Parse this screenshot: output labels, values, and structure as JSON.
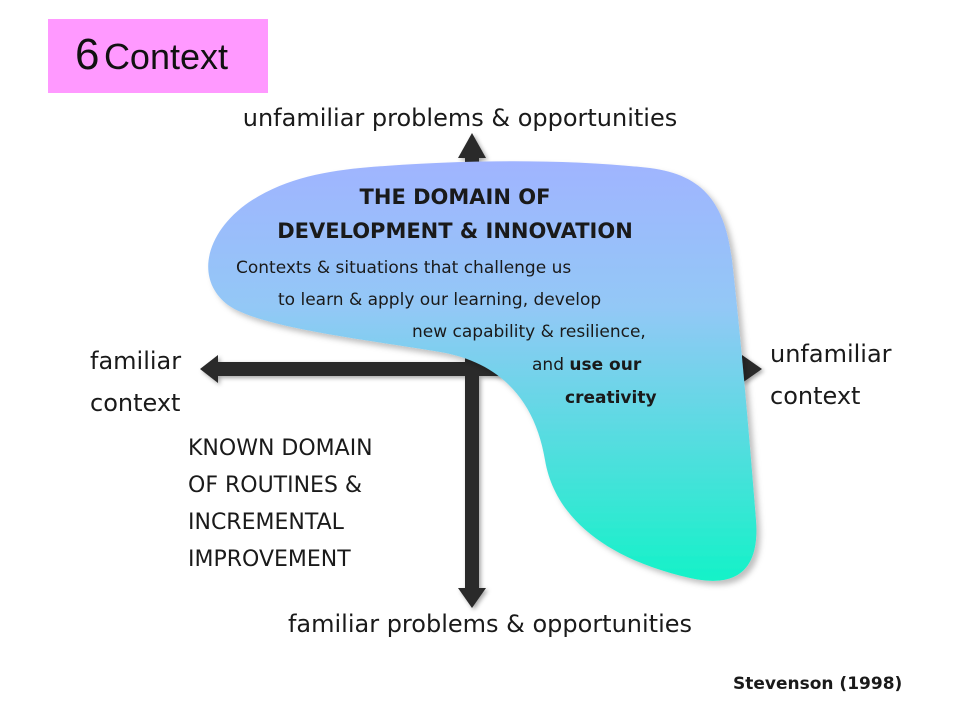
{
  "title": {
    "number": "6",
    "word": "Context"
  },
  "axes": {
    "top": "unfamiliar problems & opportunities",
    "bottom": "familiar problems & opportunities",
    "left": "familiar\ncontext",
    "right": "unfamiliar\ncontext"
  },
  "innovation": {
    "title": "THE DOMAIN OF\nDEVELOPMENT & INNOVATION",
    "line1": "Contexts & situations that challenge us",
    "line2": "to learn & apply our learning, develop",
    "line3": "new capability & resilience,",
    "line4_plain": "and ",
    "line4_bold": "use our",
    "line5": "creativity"
  },
  "known_domain": "KNOWN DOMAIN\nOF ROUTINES &\nINCREMENTAL\nIMPROVEMENT",
  "citation": "Stevenson (1998)",
  "colors": {
    "title_bg": "#ff99ff",
    "blob_top": "#a0b4ff",
    "blob_bottom": "#14f2c8",
    "arrow": "#2b2b2b"
  }
}
